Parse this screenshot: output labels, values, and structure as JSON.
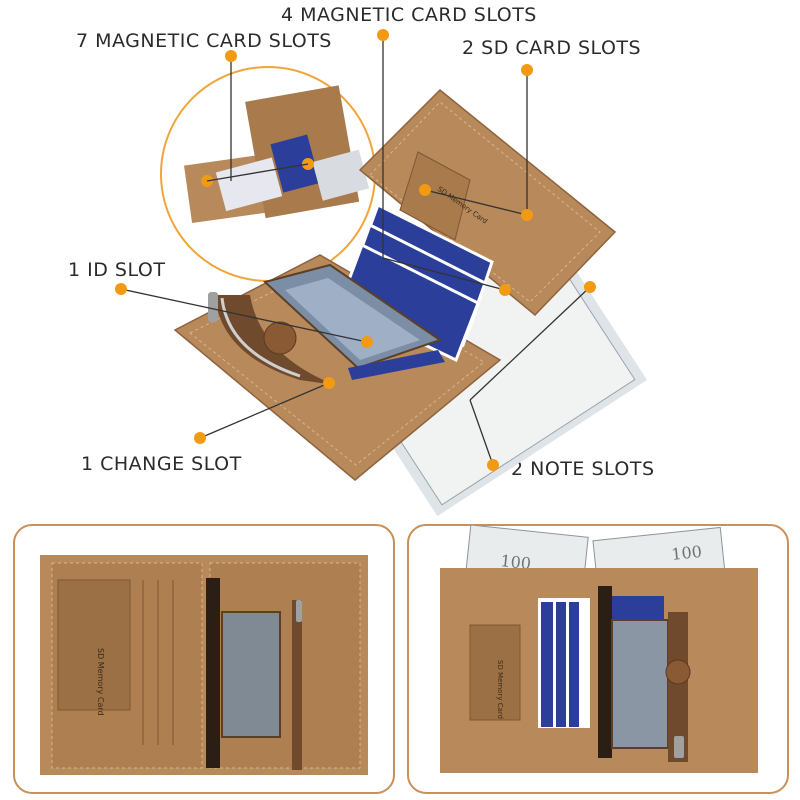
{
  "labels": {
    "magnetic_4": "4 MAGNETIC CARD SLOTS",
    "magnetic_7": "7 MAGNETIC CARD SLOTS",
    "sd_2": "2 SD CARD SLOTS",
    "id_1": "1 ID SLOT",
    "change_1": "1 CHANGE SLOT",
    "note_2": "2 NOTE SLOTS"
  },
  "printed": {
    "sd_memory_card": "SD Memory Card",
    "banknote_value": "100"
  },
  "colors": {
    "accent_dot": "#f29a12",
    "leather": "#b8895a",
    "leather_dark": "#9c7045",
    "card_blue": "#2a3e9a",
    "frame_border": "#c9905a",
    "zoom_circle": "#f0a53a"
  }
}
